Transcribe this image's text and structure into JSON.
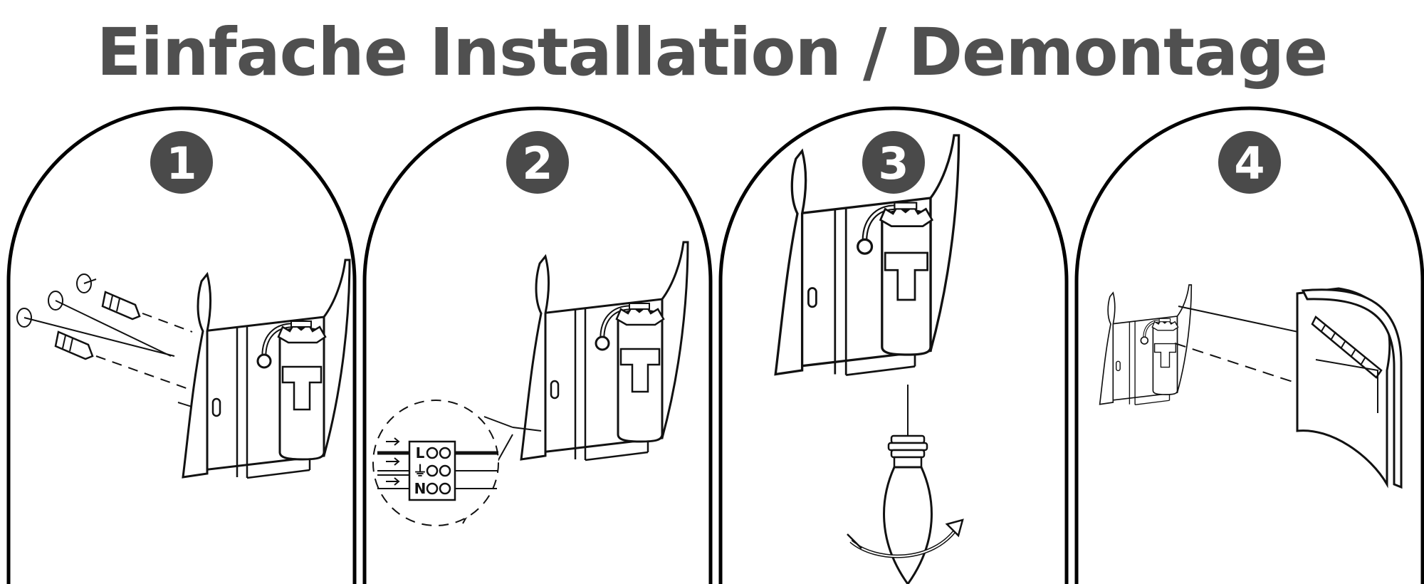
{
  "title": "Einfache Installation / Demontage",
  "steps": [
    {
      "number": "1"
    },
    {
      "number": "2"
    },
    {
      "number": "3"
    },
    {
      "number": "4"
    }
  ],
  "wiring": {
    "top_terminal": "L",
    "middle_terminal": "⏚",
    "bottom_terminal": "N"
  },
  "colors": {
    "title": "#505050",
    "badge": "#4a4a4a",
    "line": "#111111"
  }
}
